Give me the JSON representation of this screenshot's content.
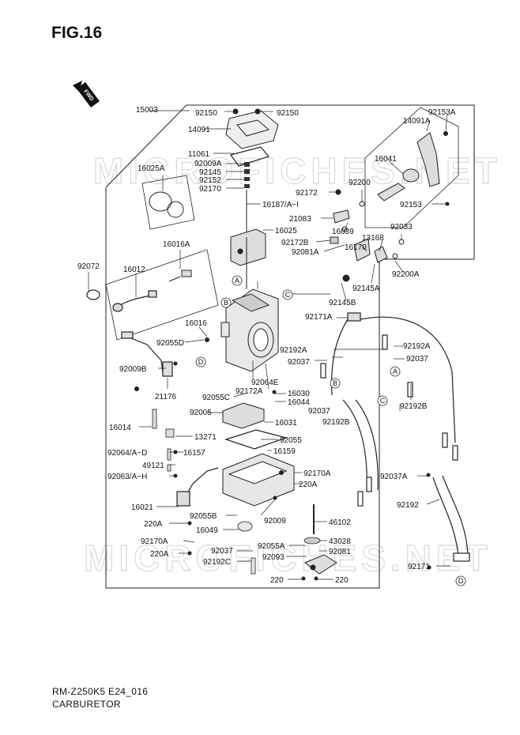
{
  "figure": {
    "title": "FIG.16",
    "model_code": "RM-Z250K5 E24_016",
    "section_name": "CARBURETOR",
    "direction_label": "FWD",
    "watermark": "MICROFICHES.NET"
  },
  "callouts": [
    "A",
    "B",
    "C",
    "D"
  ],
  "parts": [
    "15003",
    "92150",
    "92150",
    "14091",
    "11061",
    "92009A",
    "92145",
    "92152",
    "92170",
    "16025A",
    "16187/A~I",
    "16025",
    "16016A",
    "92072",
    "16012",
    "16016",
    "92055D",
    "92009B",
    "21176",
    "16014",
    "13271",
    "92064/A~D",
    "16157",
    "49121",
    "92063/A~H",
    "16021",
    "220A",
    "92170A",
    "220A",
    "92055B",
    "16049",
    "92037",
    "92192C",
    "92009",
    "92055A",
    "92093",
    "220",
    "220",
    "92081",
    "43028",
    "46102",
    "16159",
    "92055",
    "16031",
    "16044",
    "16030",
    "92055C",
    "92005",
    "92064E",
    "92172A",
    "92192B",
    "92037",
    "92192A",
    "92037",
    "92192A",
    "92037",
    "92192B",
    "92171A",
    "92145B",
    "92145A",
    "92200A",
    "92033",
    "13168",
    "16170",
    "92081A",
    "92172B",
    "16039",
    "21083",
    "92172",
    "92200",
    "16041",
    "14091A",
    "92153A",
    "92153",
    "92170A",
    "220A",
    "92037A",
    "92192",
    "92171"
  ]
}
